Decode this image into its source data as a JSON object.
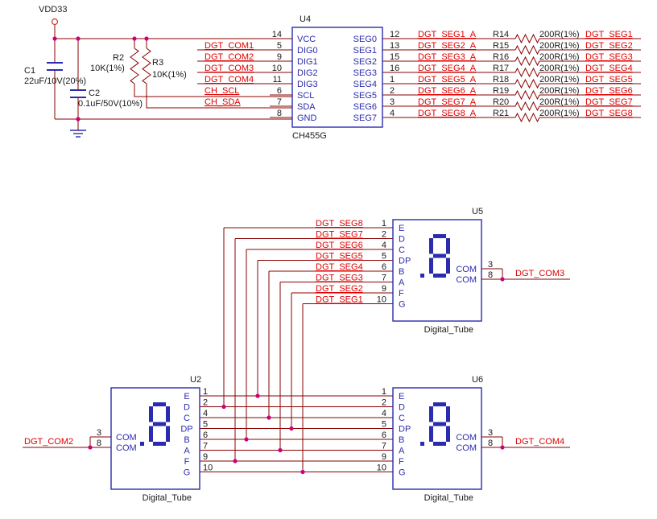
{
  "power": {
    "vdd_label": "VDD33"
  },
  "colors": {
    "net": "#8b0000",
    "body": "#2b2bb0",
    "text": "#1a1a1a",
    "net_label": "#e00000",
    "junction": "#cc0077",
    "power_symbol": "#cc3333"
  },
  "capacitors": [
    {
      "ref": "C1",
      "value": "22uF/10V(20%)"
    },
    {
      "ref": "C2",
      "value": "0.1uF/50V(10%)"
    }
  ],
  "resistors": [
    {
      "ref": "R2",
      "value": "10K(1%)"
    },
    {
      "ref": "R3",
      "value": "10K(1%)"
    }
  ],
  "u4": {
    "ref": "U4",
    "part": "CH455G",
    "left_pins": [
      {
        "num": "14",
        "name": "VCC",
        "net": ""
      },
      {
        "num": "5",
        "name": "DIG0",
        "net": "DGT_COM1"
      },
      {
        "num": "9",
        "name": "DIG1",
        "net": "DGT_COM2"
      },
      {
        "num": "10",
        "name": "DIG2",
        "net": "DGT_COM3"
      },
      {
        "num": "11",
        "name": "DIG3",
        "net": "DGT_COM4"
      },
      {
        "num": "6",
        "name": "SCL",
        "net": "CH_SCL"
      },
      {
        "num": "7",
        "name": "SDA",
        "net": "CH_SDA"
      },
      {
        "num": "8",
        "name": "GND",
        "net": ""
      }
    ],
    "right_pins": [
      {
        "num": "12",
        "name": "SEG0",
        "net": "DGT_SEG1_A",
        "res": "R14",
        "val": "200R(1%)",
        "out": "DGT_SEG1"
      },
      {
        "num": "13",
        "name": "SEG1",
        "net": "DGT_SEG2_A",
        "res": "R15",
        "val": "200R(1%)",
        "out": "DGT_SEG2"
      },
      {
        "num": "15",
        "name": "SEG2",
        "net": "DGT_SEG3_A",
        "res": "R16",
        "val": "200R(1%)",
        "out": "DGT_SEG3"
      },
      {
        "num": "16",
        "name": "SEG3",
        "net": "DGT_SEG4_A",
        "res": "R17",
        "val": "200R(1%)",
        "out": "DGT_SEG4"
      },
      {
        "num": "1",
        "name": "SEG4",
        "net": "DGT_SEG5_A",
        "res": "R18",
        "val": "200R(1%)",
        "out": "DGT_SEG5"
      },
      {
        "num": "2",
        "name": "SEG5",
        "net": "DGT_SEG6_A",
        "res": "R19",
        "val": "200R(1%)",
        "out": "DGT_SEG6"
      },
      {
        "num": "3",
        "name": "SEG6",
        "net": "DGT_SEG7_A",
        "res": "R20",
        "val": "200R(1%)",
        "out": "DGT_SEG7"
      },
      {
        "num": "4",
        "name": "SEG7",
        "net": "DGT_SEG8_A",
        "res": "R21",
        "val": "200R(1%)",
        "out": "DGT_SEG8"
      }
    ]
  },
  "tube_pins": [
    {
      "num": "1",
      "name": "E"
    },
    {
      "num": "2",
      "name": "D"
    },
    {
      "num": "4",
      "name": "C"
    },
    {
      "num": "5",
      "name": "DP"
    },
    {
      "num": "6",
      "name": "B"
    },
    {
      "num": "7",
      "name": "A"
    },
    {
      "num": "9",
      "name": "F"
    },
    {
      "num": "10",
      "name": "G"
    }
  ],
  "tube_com": [
    {
      "num": "3",
      "name": "COM"
    },
    {
      "num": "8",
      "name": "COM"
    }
  ],
  "u5_nets": [
    "DGT_SEG8",
    "DGT_SEG7",
    "DGT_SEG6",
    "DGT_SEG5",
    "DGT_SEG4",
    "DGT_SEG3",
    "DGT_SEG2",
    "DGT_SEG1"
  ],
  "tubes": [
    {
      "ref": "U5",
      "part": "Digital_Tube",
      "com_net": "DGT_COM3"
    },
    {
      "ref": "U2",
      "part": "Digital_Tube",
      "com_net": "DGT_COM2"
    },
    {
      "ref": "U6",
      "part": "Digital_Tube",
      "com_net": "DGT_COM4"
    }
  ]
}
